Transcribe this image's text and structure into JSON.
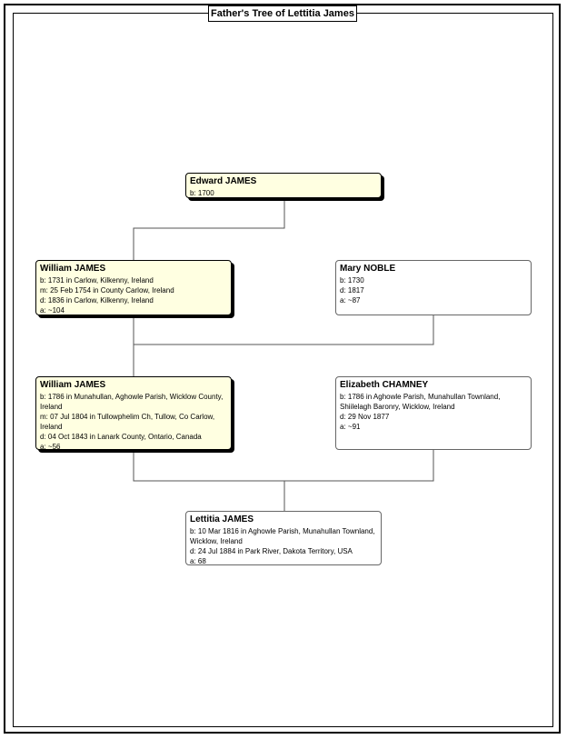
{
  "title": "Father's Tree of Lettitia James",
  "persons": [
    {
      "id": "edward",
      "name": "Edward JAMES",
      "facts": [
        "b: 1700"
      ]
    },
    {
      "id": "william1",
      "name": "William JAMES",
      "facts": [
        "b: 1731 in Carlow, Kilkenny, Ireland",
        "m: 25 Feb 1754 in County Carlow, Ireland",
        "d: 1836 in Carlow, Kilkenny, Ireland",
        "a: ~104"
      ]
    },
    {
      "id": "mary",
      "name": "Mary NOBLE",
      "facts": [
        "b: 1730",
        "d: 1817",
        "a: ~87"
      ]
    },
    {
      "id": "william2",
      "name": "William JAMES",
      "facts": [
        "b: 1786 in Munahullan, Aghowle Parish, Wicklow County, Ireland",
        "m: 07 Jul 1804 in Tullowphelim Ch, Tullow, Co Carlow, Ireland",
        "d: 04 Oct 1843 in Lanark County, Ontario, Canada",
        "a: ~56"
      ]
    },
    {
      "id": "elizabeth",
      "name": "Elizabeth CHAMNEY",
      "facts": [
        "b: 1786 in Aghowle Parish, Munahullan Townland, Shiilelagh Baronry, Wicklow, Ireland",
        "d: 29 Nov 1877",
        "a: ~91"
      ]
    },
    {
      "id": "lettitia",
      "name": "Lettitia JAMES",
      "facts": [
        "b: 10 Mar 1816 in Aghowle Parish, Munahullan Townland, Wicklow, Ireland",
        "d: 24 Jul 1884 in Park River, Dakota Territory, USA",
        "a: 68"
      ]
    }
  ]
}
